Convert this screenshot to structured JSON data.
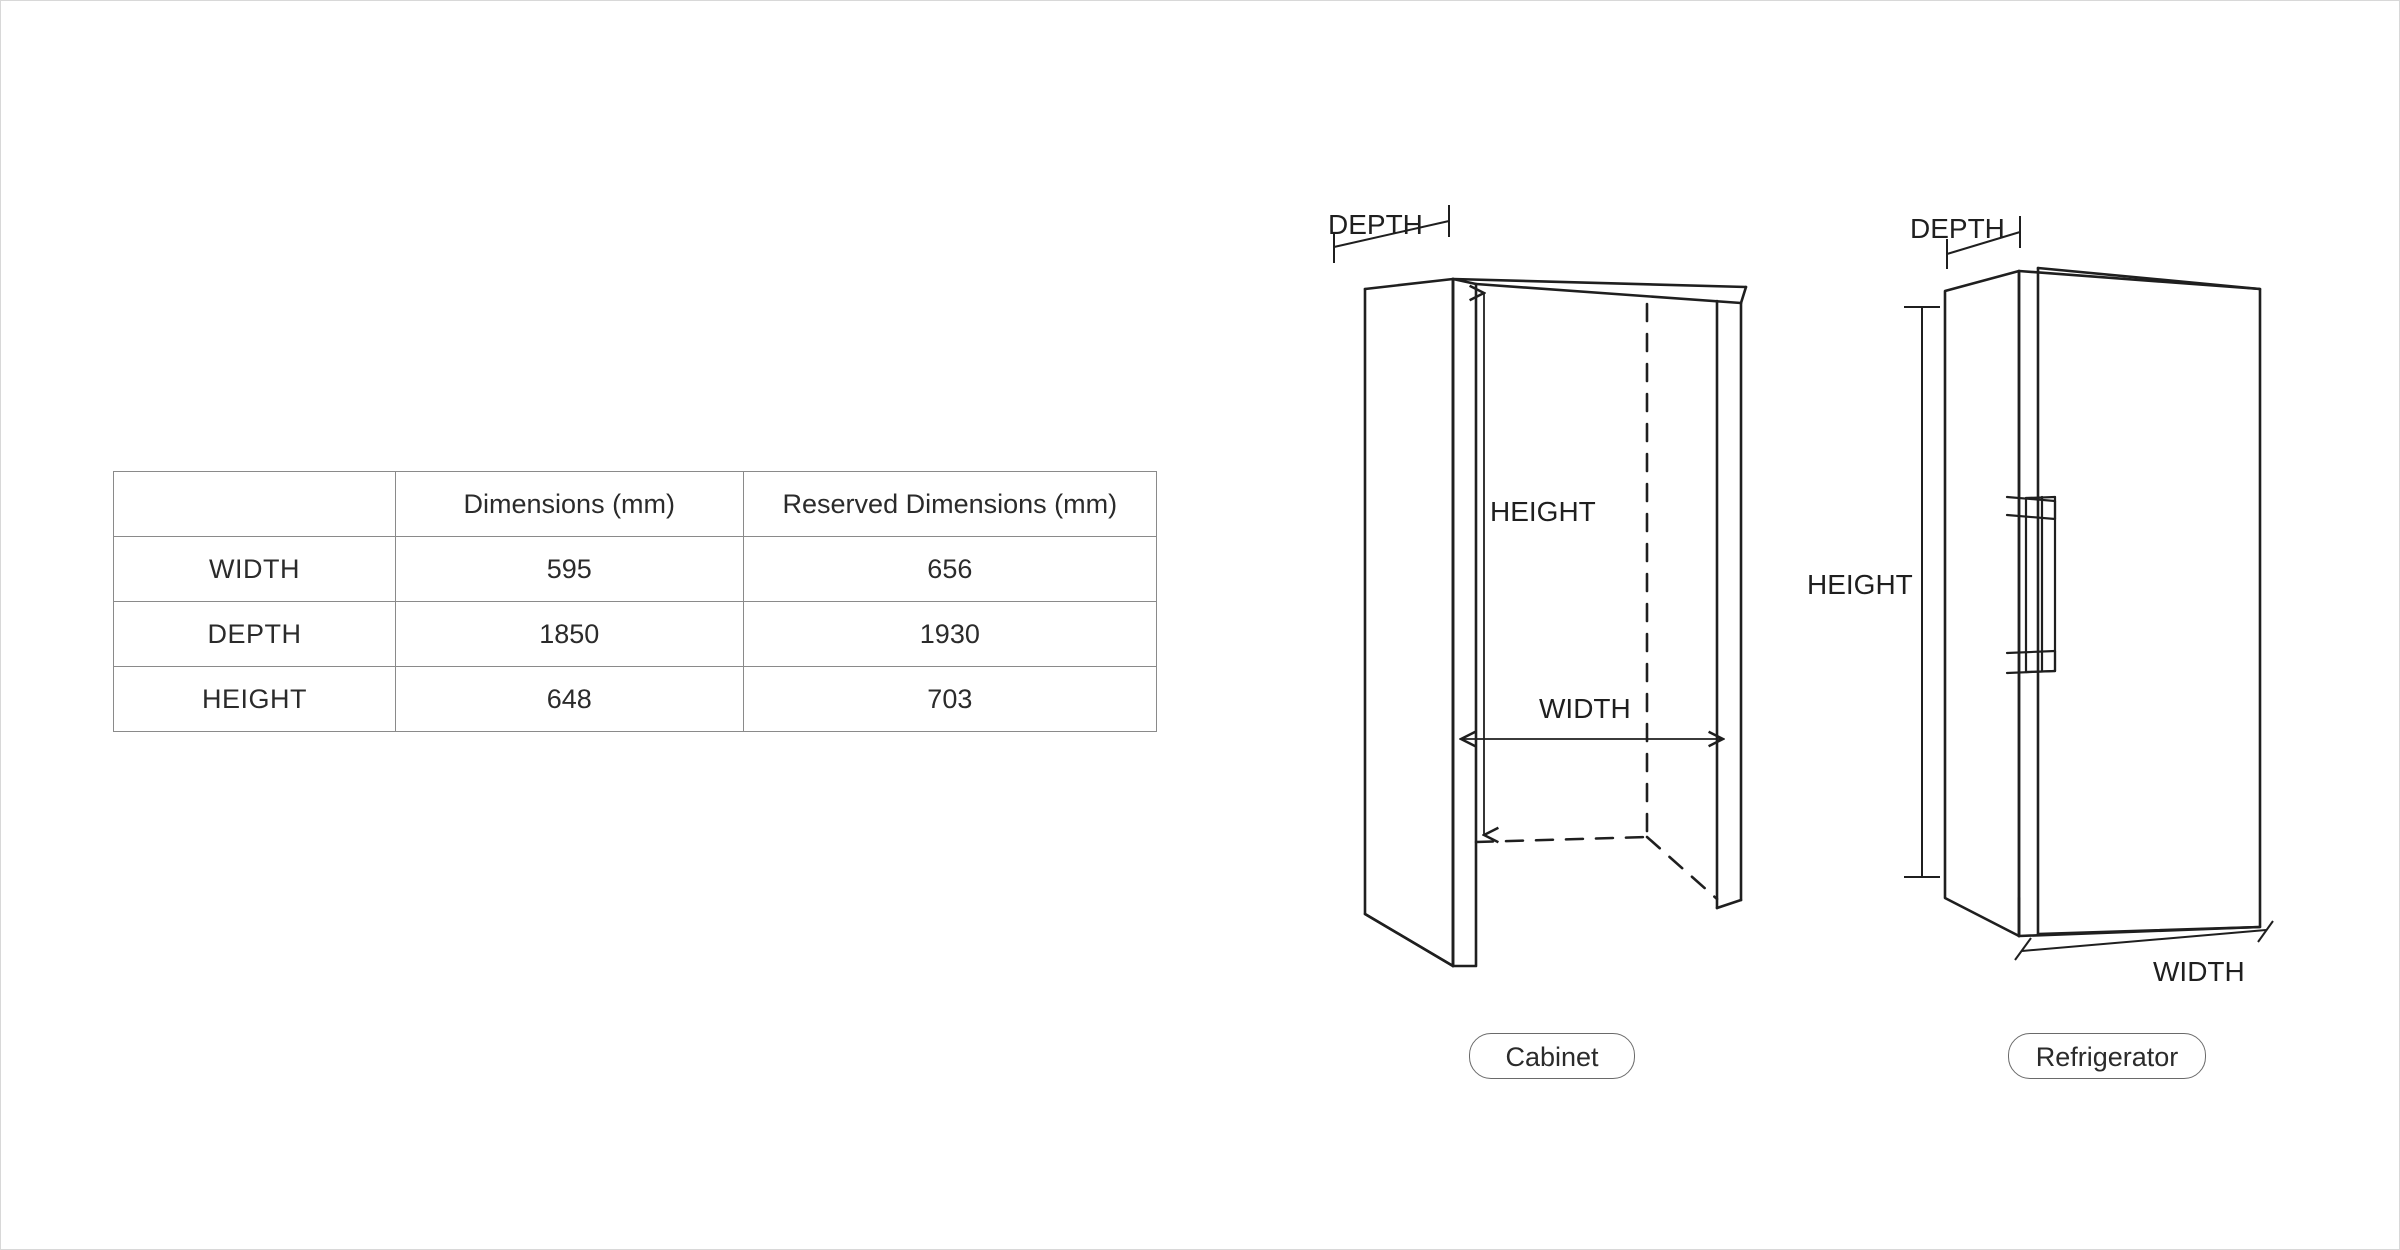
{
  "page": {
    "background_color": "#ffffff",
    "border_color": "#d8d8d8",
    "line_color": "#1f1f1f",
    "text_color": "#2b2b2b"
  },
  "table": {
    "headers": [
      "",
      "Dimensions (mm)",
      "Reserved Dimensions (mm)"
    ],
    "rows": [
      {
        "label": "WIDTH",
        "dimensions": "595",
        "reserved": "656"
      },
      {
        "label": "DEPTH",
        "dimensions": "1850",
        "reserved": "1930"
      },
      {
        "label": "HEIGHT",
        "dimensions": "648",
        "reserved": "703"
      }
    ]
  },
  "diagrams": [
    {
      "id": "cabinet",
      "caption": "Cabinet",
      "labels": {
        "depth": "DEPTH",
        "height": "HEIGHT",
        "width": "WIDTH"
      }
    },
    {
      "id": "refrigerator",
      "caption": "Refrigerator",
      "labels": {
        "depth": "DEPTH",
        "height": "HEIGHT",
        "width": "WIDTH"
      }
    }
  ]
}
